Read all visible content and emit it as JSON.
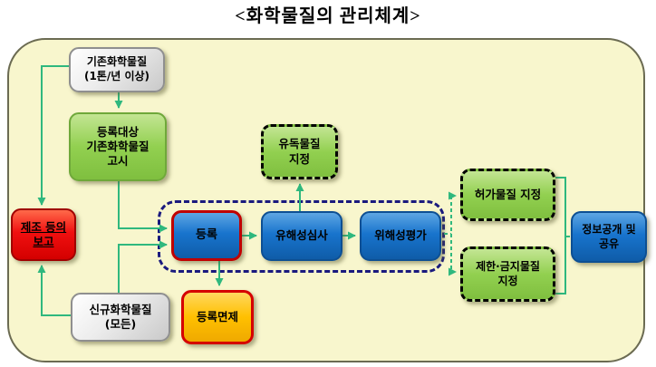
{
  "title": "<화학물질의  관리체계>",
  "diagram": {
    "boxes": {
      "existing": {
        "lines": [
          "기존화학물질",
          "(1톤/년 이상)"
        ]
      },
      "notice": {
        "lines": [
          "등록대상",
          "기존화학물질",
          "고시"
        ]
      },
      "report": {
        "lines": [
          "제조 등의",
          "보고"
        ]
      },
      "new_chemical": {
        "lines": [
          "신규화학물질",
          "(모든)"
        ]
      },
      "register": {
        "lines": [
          "등록"
        ]
      },
      "hazard_review": {
        "lines": [
          "유해성심사"
        ]
      },
      "risk_assessment": {
        "lines": [
          "위해성평가"
        ]
      },
      "toxic_designation": {
        "lines": [
          "유독물질",
          "지정"
        ]
      },
      "permit_designation": {
        "lines": [
          "허가물질 지정"
        ]
      },
      "restrict_designation": {
        "lines": [
          "제한·금지물질",
          "지정"
        ]
      },
      "info_share": {
        "lines": [
          "정보공개 및",
          "공유"
        ]
      },
      "exemption": {
        "lines": [
          "등록면제"
        ]
      }
    },
    "colors": {
      "canvas_bg": "#F8F6CD",
      "frame_border": "#6B6B52",
      "gray_box": "#D9D9D9",
      "green_box": "#92D050",
      "blue_box": "#1874CD",
      "red_box": "#F01010",
      "orange_box": "#FFC000",
      "arrow": "#2FB87E",
      "group_dashed_border": "#1A1A7E",
      "designation_dashed_border": "#000000",
      "register_border": "#C00000"
    }
  }
}
